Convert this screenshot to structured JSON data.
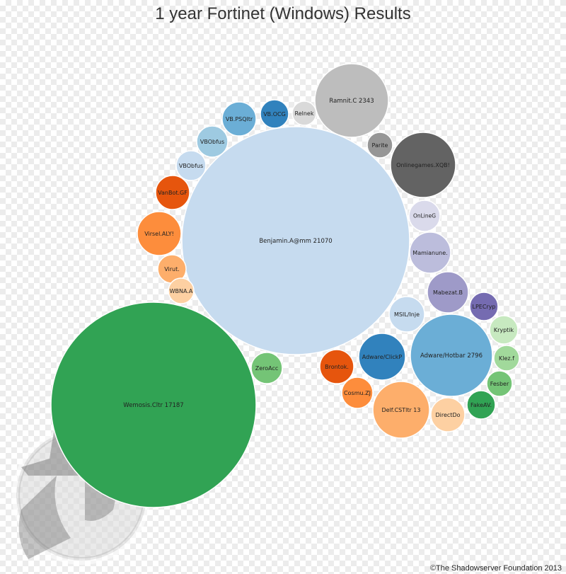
{
  "chart_data": {
    "type": "bubble",
    "title": "1 year Fortinet (Windows) Results",
    "credit": "©The Shadowserver Foundation 2013",
    "bubbles": [
      {
        "label": "Benjamin.A@mm 21070",
        "value": 21070,
        "color": "#c6dbef"
      },
      {
        "label": "Wemosis.Cltr 17187",
        "value": 17187,
        "color": "#31a354"
      },
      {
        "label": "Ramnit.C 2343",
        "value": 2343,
        "color": "#bdbdbd"
      },
      {
        "label": "Adware/Hotbar 2796",
        "value": 2796,
        "color": "#6baed6"
      },
      {
        "label": "Onlinegames.XQB!",
        "color": "#636363"
      },
      {
        "label": "Adware/ClickP",
        "color": "#3182bd"
      },
      {
        "label": "Delf.CSTltr 13",
        "color": "#fdae6b"
      },
      {
        "label": "Virsel.ALY!",
        "color": "#fd8d3c"
      },
      {
        "label": "VanBot.GF",
        "color": "#e6550d"
      },
      {
        "label": "VB.PSQltr",
        "color": "#6baed6"
      },
      {
        "label": "VB.OCG",
        "color": "#3182bd"
      },
      {
        "label": "Relnek",
        "color": "#d9d9d9"
      },
      {
        "label": "Parite",
        "color": "#969696"
      },
      {
        "label": "OnLineG",
        "color": "#dadaeb"
      },
      {
        "label": "Mamianune.",
        "color": "#bcbddc"
      },
      {
        "label": "Mabezat.B",
        "color": "#9e9ac8"
      },
      {
        "label": "LPECryp",
        "color": "#756bb1"
      },
      {
        "label": "MSIL/Inje",
        "color": "#c6dbef"
      },
      {
        "label": "Kryptik",
        "color": "#c7e9c0"
      },
      {
        "label": "Klez.f",
        "color": "#a1d99b"
      },
      {
        "label": "Fesber",
        "color": "#74c476"
      },
      {
        "label": "FakeAV.",
        "color": "#31a354"
      },
      {
        "label": "DirectDo",
        "color": "#fdd0a2"
      },
      {
        "label": "Cosmu.ZJ",
        "color": "#fd8d3c"
      },
      {
        "label": "Brontok.",
        "color": "#e6550d"
      },
      {
        "label": "ZeroAcc",
        "color": "#74c476"
      },
      {
        "label": "VBObfus",
        "color": "#9ecae1"
      },
      {
        "label": "VBObfus",
        "color": "#c6dbef"
      },
      {
        "label": "Virut.",
        "color": "#fdae6b"
      },
      {
        "label": "WBNA.A",
        "color": "#fdd0a2"
      }
    ]
  },
  "watermark": {
    "icon": "spy-silhouette-icon"
  }
}
